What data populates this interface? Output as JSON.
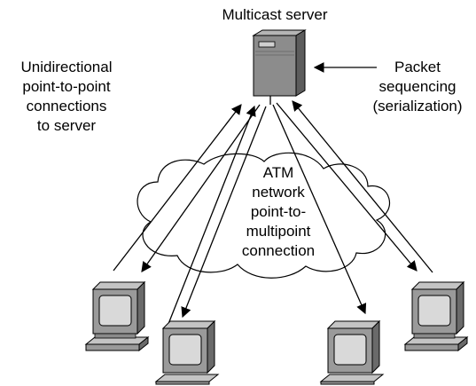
{
  "diagram": {
    "server_label": "Multicast server",
    "unidirectional_label": [
      "Unidirectional",
      "point-to-point",
      "connections",
      "to server"
    ],
    "sequencing_label": [
      "Packet",
      "sequencing",
      "(serialization)"
    ],
    "network_label": [
      "ATM",
      "network",
      "point-to-",
      "multipoint",
      "connection"
    ],
    "server_icon": "server-tower-icon",
    "client_icon": "desktop-computer-icon",
    "colors": {
      "stroke": "#000000",
      "server_body": "#8c8c8c",
      "server_dark": "#6e6e6e",
      "monitor_screen": "#d9d9d9",
      "monitor_body": "#9a9a9a"
    }
  }
}
